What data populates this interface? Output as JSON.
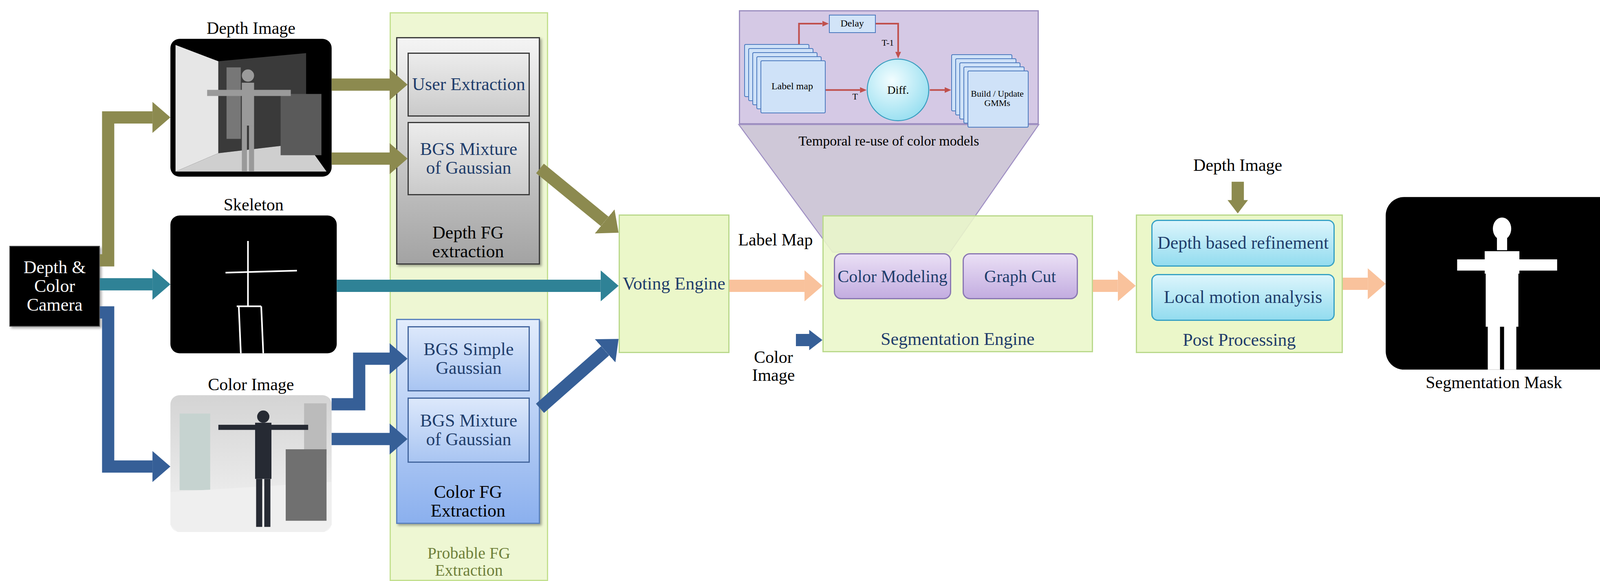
{
  "diagram": {
    "nodes": [
      {
        "text": [
          "Depth & Color Camera"
        ]
      },
      {
        "text": [
          "Depth Image"
        ]
      },
      {
        "text": [
          "Skeleton"
        ]
      },
      {
        "text": [
          "Color Image"
        ]
      },
      {
        "text": [
          "Probable FG Extraction"
        ]
      },
      {
        "text": [
          "Depth FG extraction"
        ],
        "in": 4
      },
      {
        "text": [
          "User Extraction"
        ],
        "in": 5
      },
      {
        "text": [
          "BGS Mixture of Gaussian"
        ],
        "in": 5
      },
      {
        "text": [
          "Color FG Extraction"
        ],
        "in": 4
      },
      {
        "text": [
          "BGS Simple Gaussian"
        ],
        "in": 8
      },
      {
        "text": [
          "BGS Mixture of Gaussian"
        ],
        "in": 8
      },
      {
        "text": [
          "Voting Engine"
        ]
      },
      {
        "text": [
          "Segmentation Engine"
        ]
      },
      {
        "text": [
          "Color Modeling"
        ],
        "in": 12
      },
      {
        "text": [
          "Graph Cut"
        ],
        "in": 12
      },
      {
        "text": [
          "Temporal re-use of color models"
        ]
      },
      {
        "text": [
          "Label map"
        ],
        "in": 15
      },
      {
        "text": [
          "Delay"
        ],
        "in": 15
      },
      {
        "text": [
          "Diff."
        ],
        "in": 15
      },
      {
        "text": [
          "Build / Update GMMs"
        ],
        "in": 15
      },
      {
        "text": [
          "Post Processing"
        ]
      },
      {
        "text": [
          "Depth based refinement"
        ],
        "in": 20
      },
      {
        "text": [
          "Local motion analysis"
        ],
        "in": 20
      },
      {
        "text": [
          "Segmentation Mask"
        ]
      }
    ],
    "edges": [
      {
        "from": 0,
        "to": 1,
        "arrow": "to"
      },
      {
        "from": 0,
        "to": 2,
        "arrow": "to"
      },
      {
        "from": 0,
        "to": 3,
        "arrow": "to"
      },
      {
        "from": 1,
        "to": 6,
        "arrow": "to"
      },
      {
        "from": 1,
        "to": 7,
        "arrow": "to"
      },
      {
        "from": 3,
        "to": 9,
        "arrow": "to"
      },
      {
        "from": 3,
        "to": 10,
        "arrow": "to"
      },
      {
        "from": 5,
        "to": 11,
        "arrow": "to"
      },
      {
        "from": 2,
        "to": 11,
        "arrow": "to"
      },
      {
        "from": 8,
        "to": 11,
        "arrow": "to"
      },
      {
        "from": 11,
        "to": 12,
        "label": "Label Map",
        "arrow": "to"
      },
      {
        "from": 12,
        "to": 20,
        "arrow": "to"
      },
      {
        "from": 20,
        "to": 23,
        "arrow": "to"
      },
      {
        "from": 16,
        "to": 17,
        "arrow": "to"
      },
      {
        "from": 17,
        "to": 18,
        "label": "T-1",
        "arrow": "to"
      },
      {
        "from": 16,
        "to": 18,
        "label": "T",
        "arrow": "to"
      },
      {
        "from": 18,
        "to": 19,
        "arrow": "to"
      }
    ],
    "labels": [
      "Color Image",
      "Depth Image"
    ]
  }
}
